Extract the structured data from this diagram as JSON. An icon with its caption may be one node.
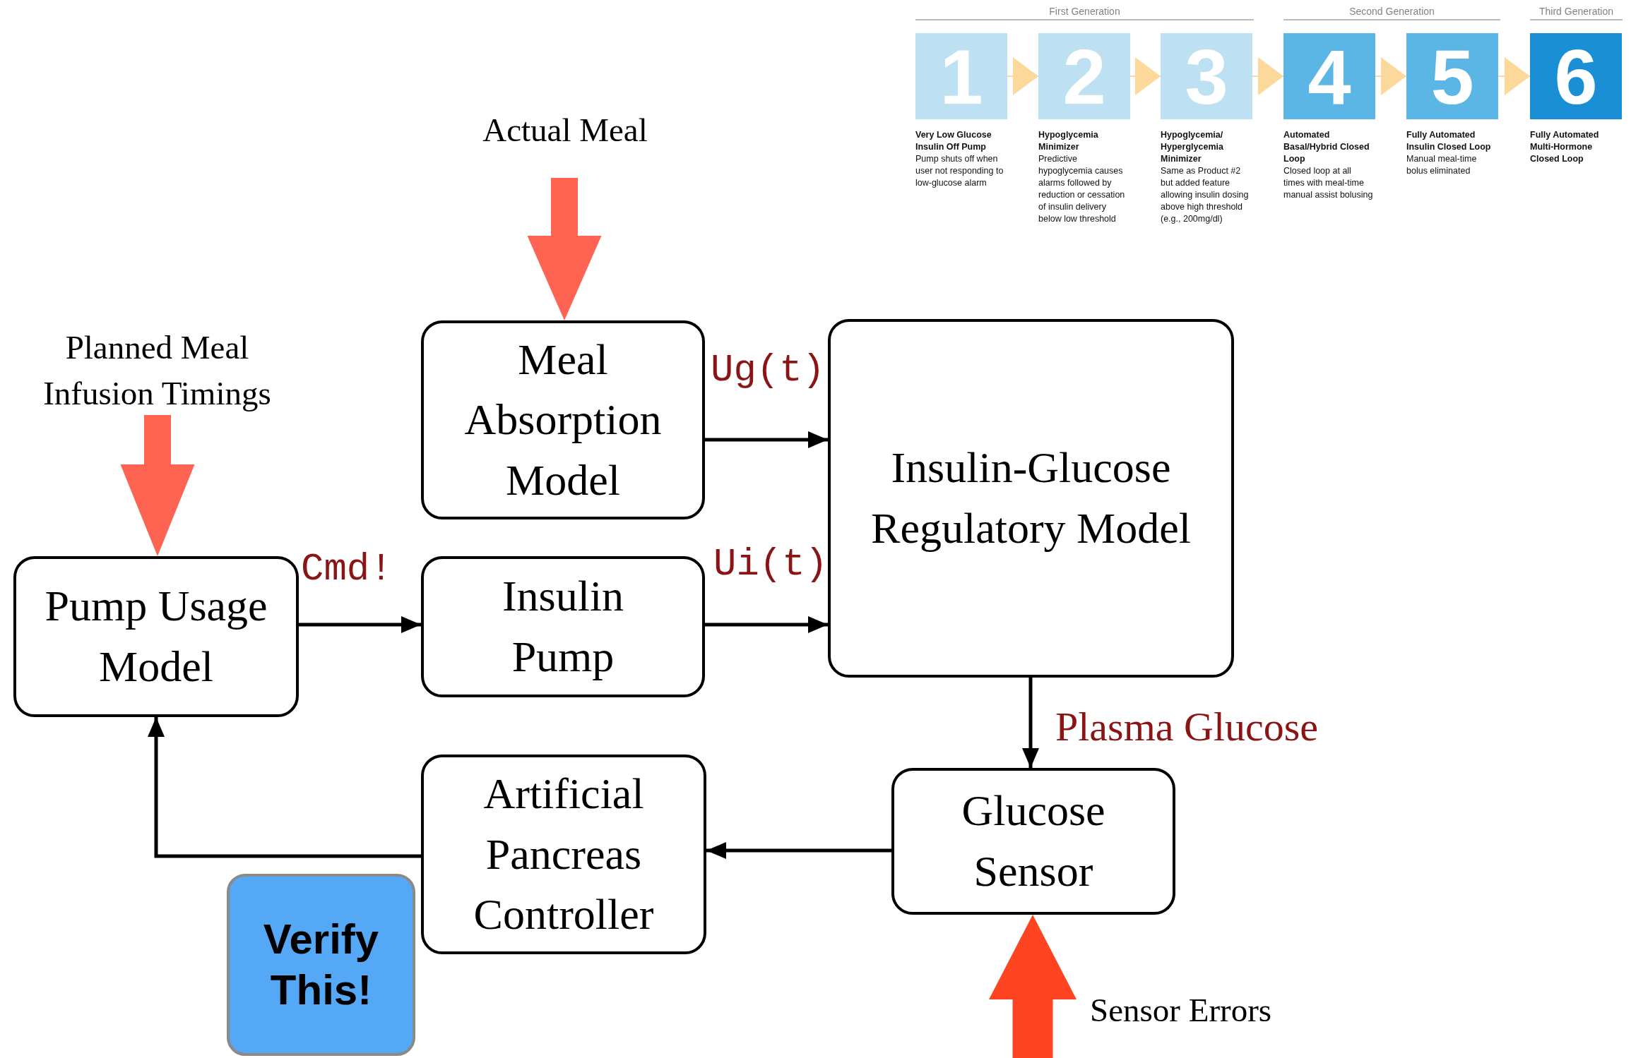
{
  "diagram": {
    "nodes": [
      {
        "text": [
          "1"
        ],
        "beside": [
          "Very Low Glucose Insulin Off Pump",
          "Pump shuts off when user not responding to low-glucose alarm"
        ]
      },
      {
        "text": [
          "2"
        ],
        "beside": [
          "Hypoglycemia Minimizer",
          "Predictive hypoglycemia causes alarms followed by reduction or cessation of insulin delivery below low threshold"
        ]
      },
      {
        "text": [
          "3"
        ],
        "beside": [
          "Hypoglycemia/ Hyperglycemia Minimizer",
          "Same as Product #2 but added feature allowing insulin dosing above high threshold (e.g., 200mg/dl)"
        ]
      },
      {
        "text": [
          "4"
        ],
        "beside": [
          "Automated Basal/Hybrid Closed Loop",
          "Closed loop at all times with meal-time manual assist bolusing"
        ]
      },
      {
        "text": [
          "5"
        ],
        "beside": [
          "Fully Automated Insulin Closed Loop",
          "Manual meal-time bolus eliminated"
        ]
      },
      {
        "text": [
          "6"
        ],
        "beside": [
          "Fully Automated Multi-Hormone Closed Loop"
        ]
      },
      {
        "text": [
          "Actual Meal"
        ]
      },
      {
        "text": [
          "Meal Absorption Model"
        ]
      },
      {
        "text": [
          "Insulin-Glucose Regulatory Model"
        ]
      },
      {
        "text": [
          "Planned Meal Infusion Timings"
        ]
      },
      {
        "text": [
          "Pump Usage Model"
        ]
      },
      {
        "text": [
          "Insulin Pump"
        ]
      },
      {
        "text": [
          "Artificial Pancreas Controller"
        ]
      },
      {
        "text": [
          "Glucose Sensor"
        ]
      },
      {
        "text": [
          "Verify This!"
        ]
      }
    ],
    "edges": [
      {
        "from": 0,
        "to": 1,
        "arrow": "to",
        "color": "#fcd99a"
      },
      {
        "from": 1,
        "to": 2,
        "arrow": "to",
        "color": "#fcd99a"
      },
      {
        "from": 2,
        "to": 3,
        "arrow": "to",
        "color": "#fcd99a"
      },
      {
        "from": 3,
        "to": 4,
        "arrow": "to",
        "color": "#fcd99a"
      },
      {
        "from": 4,
        "to": 5,
        "arrow": "to",
        "color": "#fcd99a"
      },
      {
        "from": 6,
        "to": 7,
        "arrow": "to",
        "style": "thick",
        "color": "#ff6352"
      },
      {
        "from": 9,
        "to": 10,
        "arrow": "to",
        "style": "thick",
        "color": "#ff6352"
      },
      {
        "from": null,
        "to": 13,
        "arrow": "to",
        "style": "thick",
        "color": "#ff4422",
        "label": "Sensor Errors"
      },
      {
        "from": 7,
        "to": 8,
        "arrow": "to",
        "label": "Ug(t)"
      },
      {
        "from": 10,
        "to": 11,
        "arrow": "to",
        "label": "Cmd!"
      },
      {
        "from": 11,
        "to": 8,
        "arrow": "to",
        "label": "Ui(t)"
      },
      {
        "from": 8,
        "to": 13,
        "arrow": "to",
        "label": "Plasma Glucose"
      },
      {
        "from": 13,
        "to": 12,
        "arrow": "to"
      },
      {
        "from": 12,
        "to": 10,
        "arrow": "to"
      }
    ],
    "labels": [
      "First Generation",
      "Second Generation",
      "Third Generation"
    ]
  }
}
